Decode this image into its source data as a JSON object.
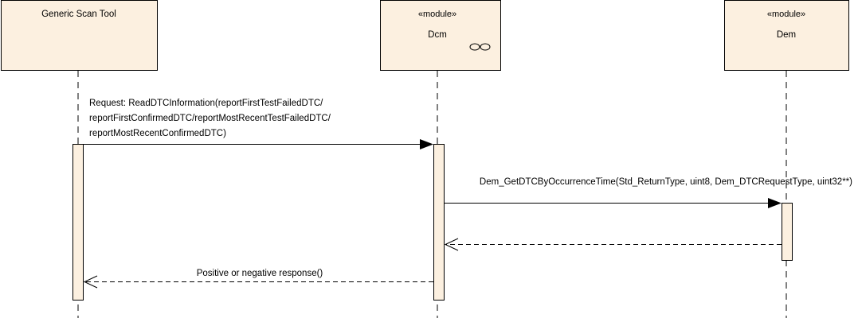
{
  "participants": {
    "scan_tool": {
      "name": "Generic Scan Tool"
    },
    "dcm": {
      "stereotype": "«module»",
      "name": "Dcm"
    },
    "dem": {
      "stereotype": "«module»",
      "name": "Dem"
    }
  },
  "messages": {
    "request": {
      "line1": "Request: ReadDTCInformation(reportFirstTestFailedDTC/",
      "line2": "reportFirstConfirmedDTC/reportMostRecentTestFailedDTC/",
      "line3": "reportMostRecentConfirmedDTC)"
    },
    "get_dtc": {
      "label": "Dem_GetDTCByOccurrenceTime(Std_ReturnType, uint8, Dem_DTCRequestType, uint32**)"
    },
    "response": {
      "label": "Positive or negative response()"
    }
  },
  "icons": {
    "dcm_subsystem": "infinity-subsystem-icon"
  },
  "colors": {
    "box_fill": "#fcf0e0",
    "line": "#000000"
  }
}
